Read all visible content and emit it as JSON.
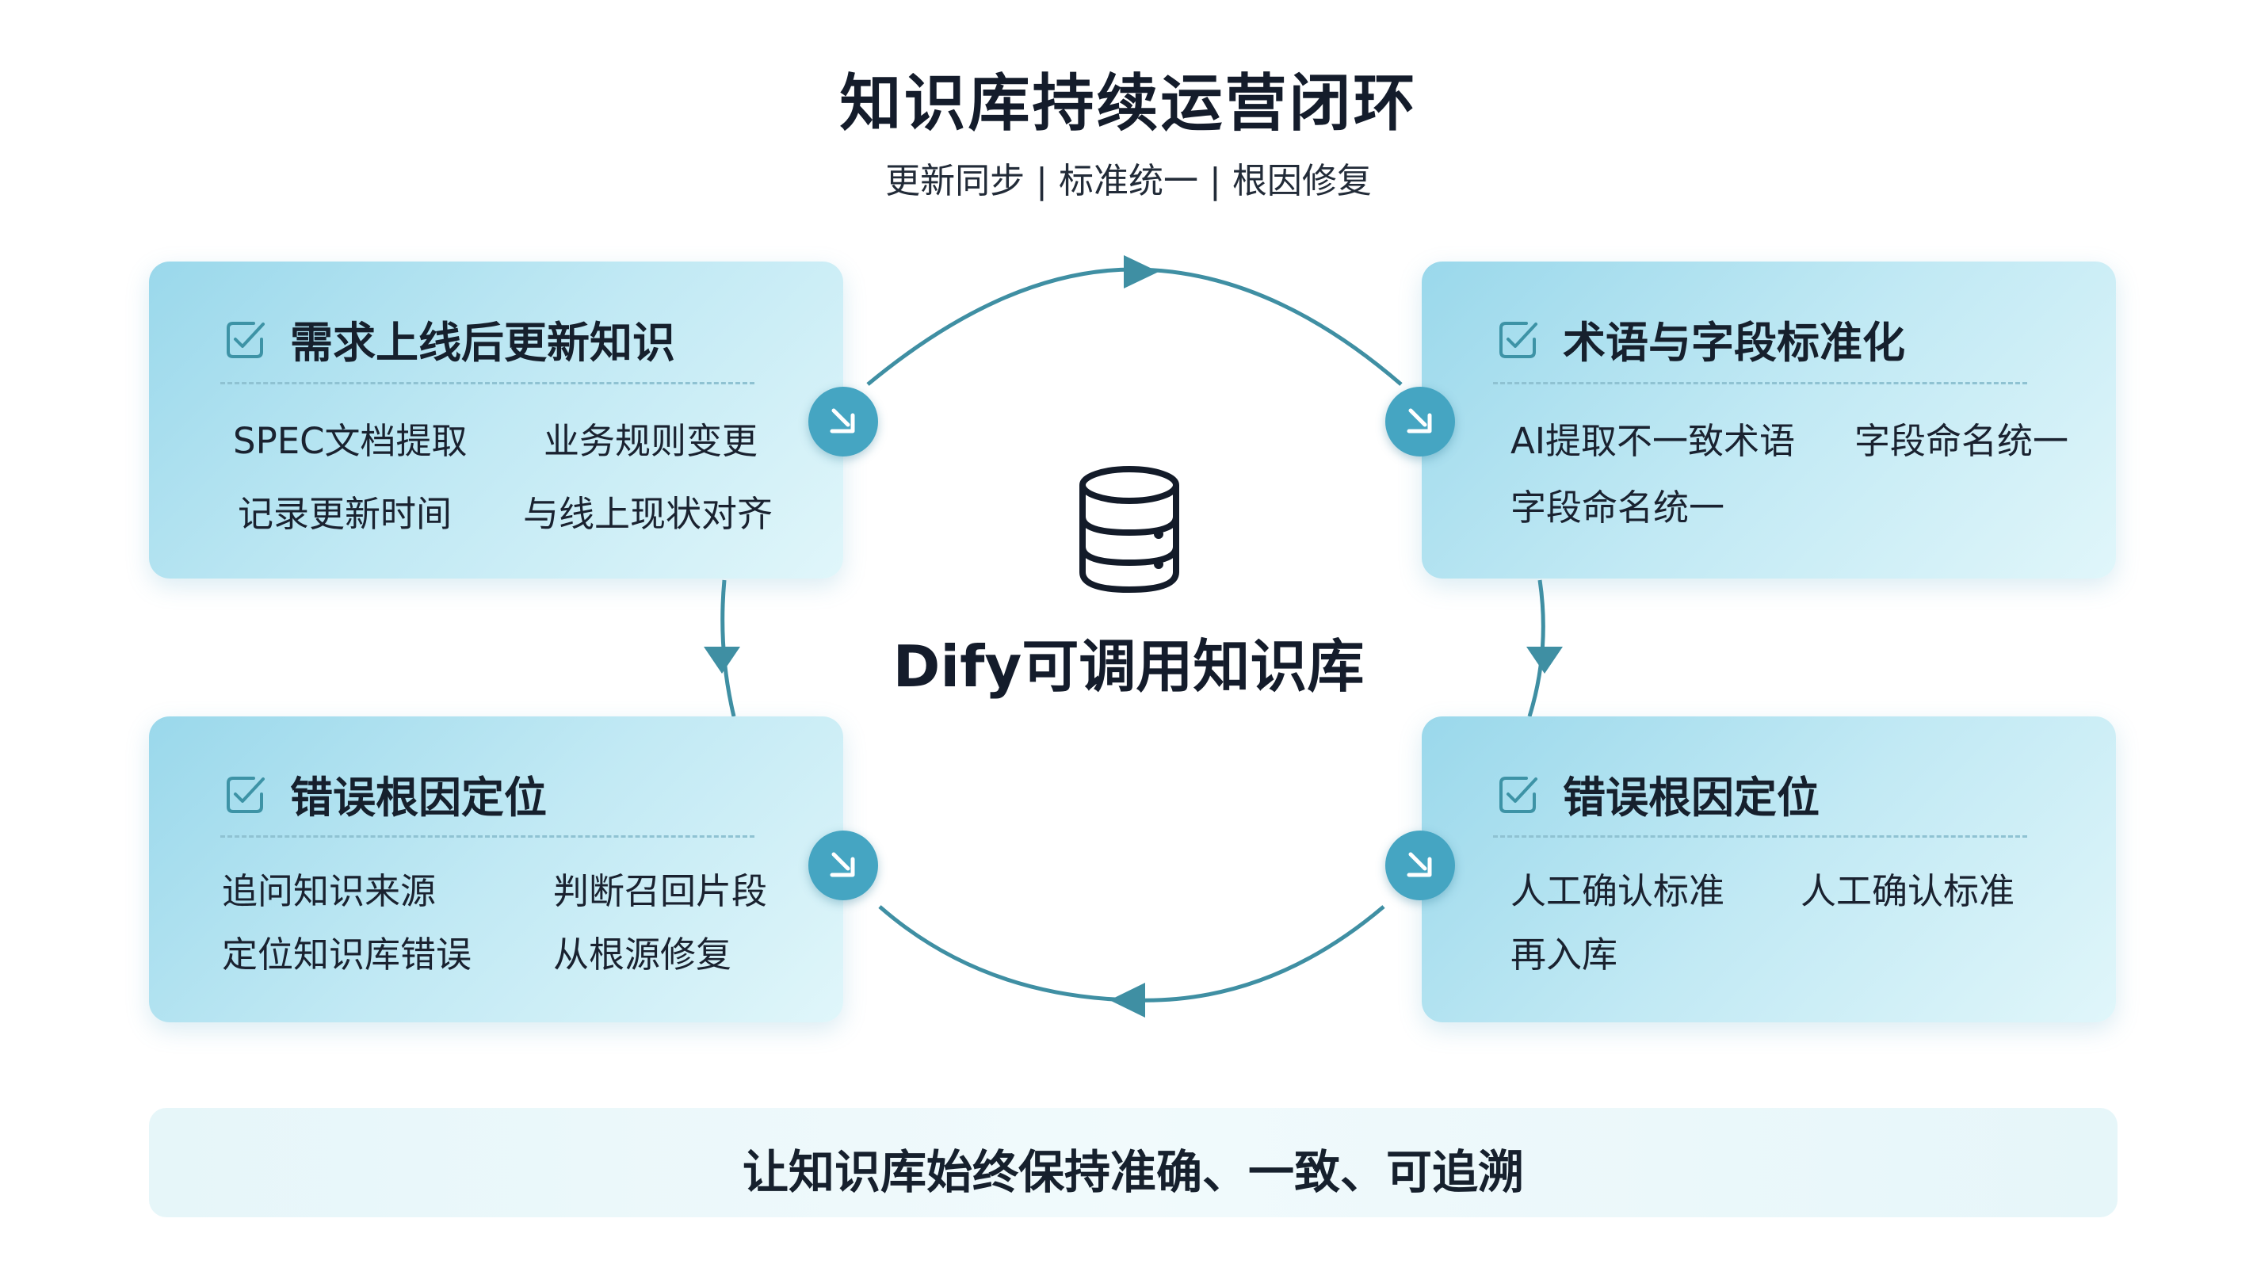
{
  "header": {
    "title": "知识库持续运营闭环",
    "subtitle_parts": [
      "更新同步",
      "标准统一",
      "根因修复"
    ],
    "subtitle_sep": "|"
  },
  "center": {
    "label": "Dify可调用知识库",
    "icon": "database-icon"
  },
  "cards": [
    {
      "title": "需求上线后更新知识",
      "icon": "checklist-edit-icon",
      "items": [
        "SPEC文档提取",
        "业务规则变更",
        "记录更新时间",
        "与线上现状对齐"
      ]
    },
    {
      "title": "术语与字段标准化",
      "icon": "checklist-edit-icon",
      "items": [
        "AI提取不一致术语",
        "字段命名统一",
        "字段命名统一"
      ]
    },
    {
      "title": "错误根因定位",
      "icon": "checklist-edit-icon",
      "items": [
        "追问知识来源",
        "判断召回片段",
        "定位知识库错误",
        "从根源修复"
      ]
    },
    {
      "title": "错误根因定位",
      "icon": "checklist-edit-icon",
      "items": [
        "人工确认标准",
        "人工确认标准",
        "再入库"
      ]
    }
  ],
  "footer": {
    "text": "让知识库始终保持准确、一致、可追溯"
  },
  "colors": {
    "card_gradient_start": "#9ad8eb",
    "card_gradient_end": "#e0f6fa",
    "badge": "#45a5c2",
    "flow_line": "#3f8fa3",
    "icon_stroke": "#3d93a6",
    "text_dark": "#141c2b"
  }
}
